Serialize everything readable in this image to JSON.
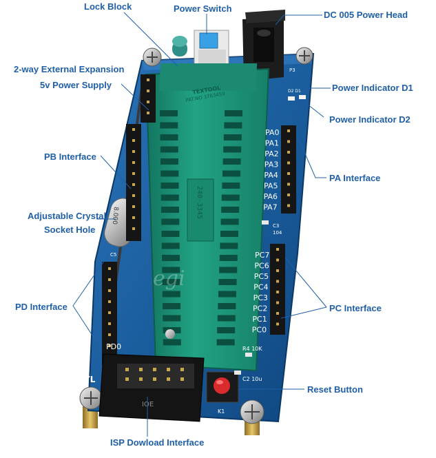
{
  "callouts": {
    "lock_block": "Lock Block",
    "power_switch": "Power Switch",
    "dc_head": "DC 005 Power Head",
    "ext_expansion_1": "2-way External Expansion",
    "ext_expansion_2": "5v Power Supply",
    "power_d1": "Power Indicator D1",
    "power_d2": "Power Indicator D2",
    "pb_interface": "PB Interface",
    "pa_interface": "PA Interface",
    "crystal_1": "Adjustable Crystal",
    "crystal_2": "Socket Hole",
    "pd_interface": "PD Interface",
    "pc_interface": "PC Interface",
    "reset_button": "Reset Button",
    "isp_interface": "ISP Dowload Interface"
  },
  "board": {
    "zif_brand": "TEXTOOL",
    "zif_patent": "PAT.NO 3763459",
    "zif_part": "240-3345",
    "crystal_text": "8.000",
    "watermark": "egi",
    "pa_pins": [
      "PA0",
      "PA1",
      "PA2",
      "PA3",
      "PA4",
      "PA5",
      "PA6",
      "PA7"
    ],
    "pc_pins": [
      "PC7",
      "PC6",
      "PC5",
      "PC4",
      "PC3",
      "PC2",
      "PC1",
      "PC0"
    ],
    "pd_label": "PD0",
    "yl_label": "YL",
    "r4": "R4  10K",
    "c2": "C2 10u",
    "k1": "K1",
    "c3": "C3",
    "c3_val": "104",
    "c5": "C5",
    "d_labels": "D2  D1",
    "isp_text": "IOE",
    "p3": "P3"
  },
  "colors": {
    "label": "#1f5fa8",
    "pcb": "#1b5e9e",
    "pcb_dark": "#0e3f74",
    "zif": "#1f9a7c",
    "zif_dark": "#137560",
    "silk": "#ffffff"
  }
}
